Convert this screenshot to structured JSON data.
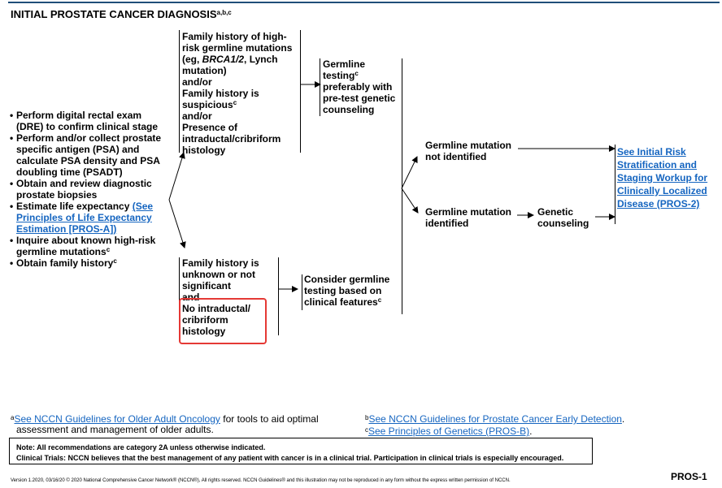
{
  "header": {
    "title": "INITIAL PROSTATE CANCER DIAGNOSIS",
    "title_sup": "a,b,c"
  },
  "left_list": {
    "items": [
      "Perform digital rectal exam (DRE) to confirm clinical stage",
      "Perform and/or collect prostate specific antigen (PSA) and calculate PSA density and PSA doubling time (PSADT)",
      "Obtain and review diagnostic prostate biopsies"
    ],
    "life_expectancy_prefix": "Estimate life expectancy ",
    "life_expectancy_link": "(See Principles of Life Expectancy Estimation [PROS-A])",
    "germline_item": "Inquire about known high-risk germline mutations",
    "germline_sup": "c",
    "family_item": "Obtain family history",
    "family_sup": "c"
  },
  "upper_box": {
    "line1": "Family history of high-risk germline mutations (eg, ",
    "gene": "BRCA1/2",
    "line1b": ", Lynch mutation)",
    "andor1": "and/or",
    "line2": "Family history is suspicious",
    "line2_sup": "c",
    "andor2": "and/or",
    "line3": "Presence of intraductal/cribriform histology"
  },
  "lower_box": {
    "line1": "Family history is unknown or not significant",
    "and": "and",
    "line2": "No intraductal/ cribriform histology"
  },
  "germline_testing": {
    "text": "Germline testing",
    "sup": "c",
    "text2": " preferably with pre-test genetic counseling"
  },
  "consider_testing": {
    "text": "Consider germline testing based on clinical features",
    "sup": "c"
  },
  "outcomes": {
    "not_identified": "Germline mutation not identified",
    "identified": "Germline mutation identified",
    "genetic_counseling": "Genetic counseling"
  },
  "destination_link": "See Initial Risk Stratification and Staging Workup for Clinically Localized Disease (PROS-2)",
  "footnotes": {
    "a_mark": "a",
    "a_link": "See NCCN Guidelines for Older Adult Oncology",
    "a_rest": " for tools to aid optimal",
    "a_line2": "assessment and management of older adults.",
    "b_mark": "b",
    "b_link": "See NCCN Guidelines for Prostate Cancer Early Detection",
    "b_rest": ".",
    "c_mark": "c",
    "c_link": "See Principles of Genetics (PROS-B)",
    "c_rest": "."
  },
  "note": {
    "line1": "Note: All recommendations are category 2A unless otherwise indicated.",
    "line2": "Clinical Trials: NCCN believes that the best management of any patient with cancer is in a clinical trial. Participation in clinical trials is especially encouraged."
  },
  "version": "Version 1.2020, 03/16/20 © 2020 National Comprehensive Cancer Network® (NCCN®), All rights reserved. NCCN Guidelines® and this illustration may not be reproduced in any form without the express written permission of NCCN.",
  "page_id": "PROS-1",
  "colors": {
    "link": "#1565c0",
    "highlight": "#e53935",
    "rule": "#1f4e79"
  }
}
